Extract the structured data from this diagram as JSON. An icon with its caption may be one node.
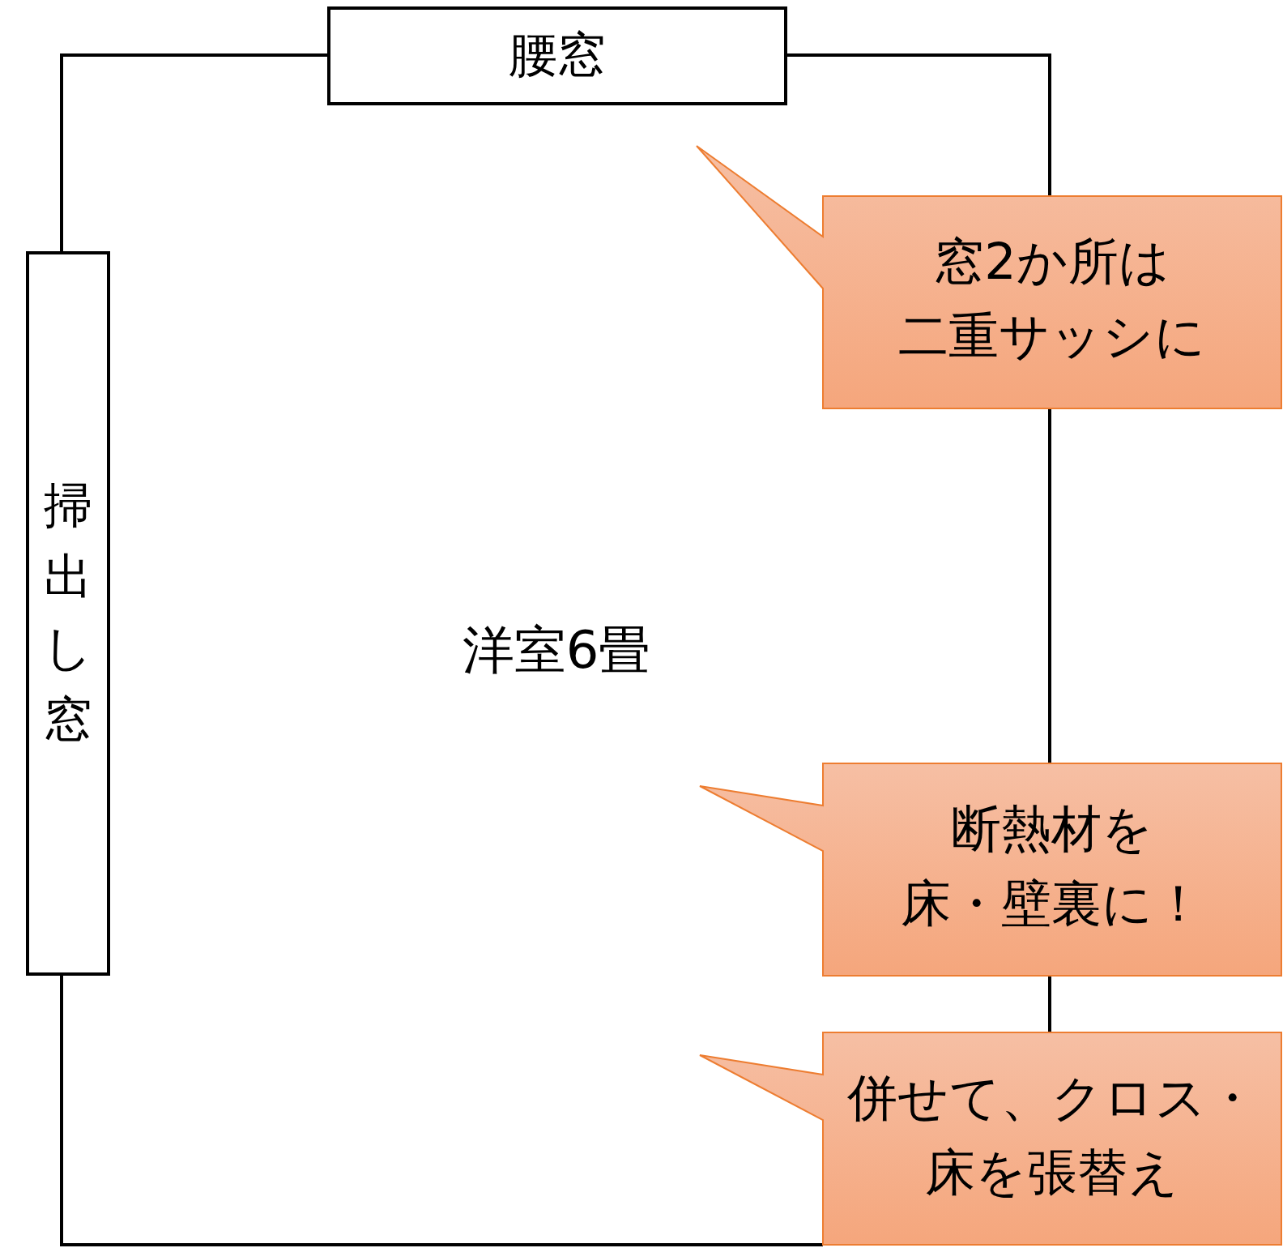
{
  "diagram": {
    "nodes": [
      {
        "text": [
          "洋室6畳"
        ]
      },
      {
        "text": [
          "腰窓"
        ]
      },
      {
        "text": [
          "掃出し窓"
        ]
      },
      {
        "text": [
          "窓2か所は二重サッシに"
        ]
      },
      {
        "text": [
          "断熱材を床・壁裏に！"
        ]
      },
      {
        "text": [
          "併せて、クロス・床を張替え"
        ]
      }
    ]
  }
}
